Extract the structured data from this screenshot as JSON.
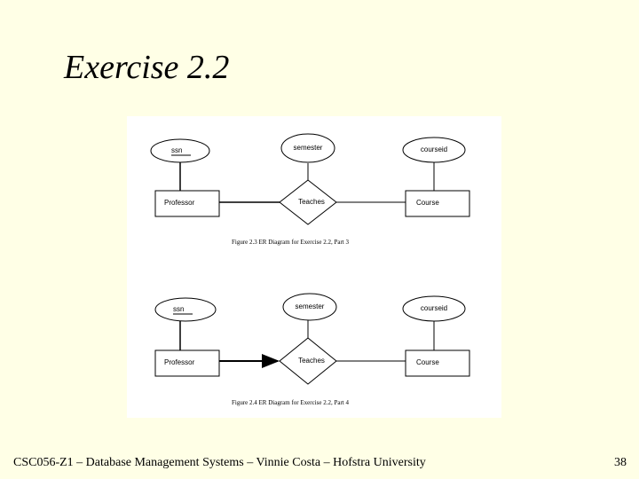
{
  "slide": {
    "title": "Exercise 2.2",
    "footer": "CSC056-Z1 – Database Management Systems – Vinnie Costa – Hofstra University",
    "page_number": "38"
  },
  "figure_top": {
    "entities": {
      "professor": "Professor",
      "course": "Course"
    },
    "relationship": "Teaches",
    "attributes": {
      "ssn": "ssn",
      "semester": "semester",
      "courseid": "courseid"
    },
    "caption": "Figure 2.3   ER Diagram for Exercise 2.2, Part 3"
  },
  "figure_bottom": {
    "entities": {
      "professor": "Professor",
      "course": "Course"
    },
    "relationship": "Teaches",
    "attributes": {
      "ssn": "ssn",
      "semester": "semester",
      "courseid": "courseid"
    },
    "caption": "Figure 2.4   ER Diagram for Exercise 2.2, Part 4"
  }
}
